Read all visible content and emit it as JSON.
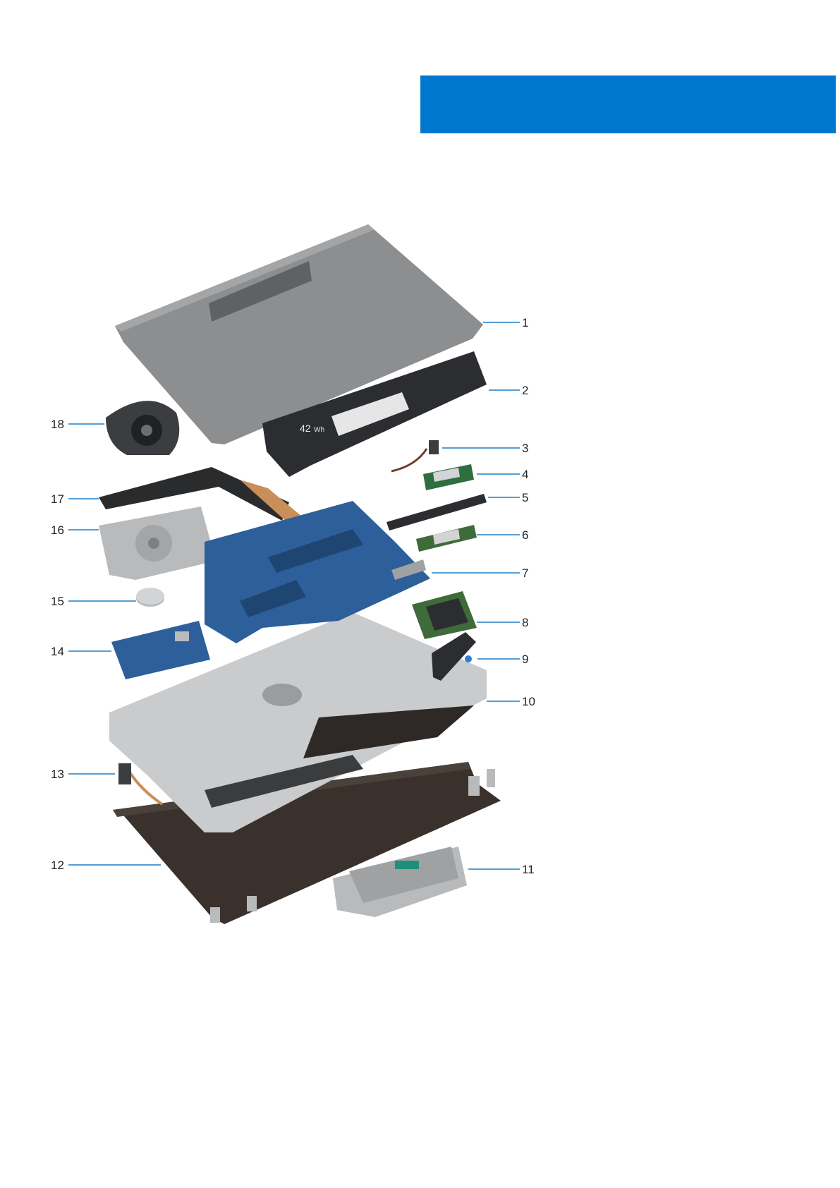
{
  "colors": {
    "banner": "#0077cf",
    "leader": "#1b7fc8",
    "chassis": "#8c8e90",
    "chassis_dark": "#6f7173",
    "battery": "#2b2d31",
    "board": "#2d5f9a",
    "board_dark": "#1f4572",
    "panel": "#3a312c",
    "palmrest": "#c9cbcd",
    "metal": "#b8babc",
    "ram_green": "#3f6b3a"
  },
  "figure": {
    "battery_label": "42",
    "battery_unit": "Wh",
    "callouts": [
      {
        "number": "1"
      },
      {
        "number": "2"
      },
      {
        "number": "3"
      },
      {
        "number": "4"
      },
      {
        "number": "5"
      },
      {
        "number": "6"
      },
      {
        "number": "7"
      },
      {
        "number": "8"
      },
      {
        "number": "9"
      },
      {
        "number": "10"
      },
      {
        "number": "11"
      },
      {
        "number": "12"
      },
      {
        "number": "13"
      },
      {
        "number": "14"
      },
      {
        "number": "15"
      },
      {
        "number": "16"
      },
      {
        "number": "17"
      },
      {
        "number": "18"
      }
    ]
  }
}
